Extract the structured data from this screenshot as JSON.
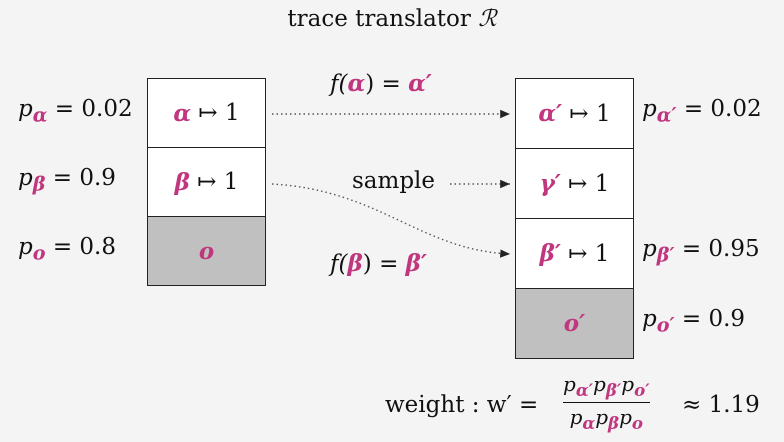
{
  "title": {
    "text": "trace translator",
    "symbol": "ℛ"
  },
  "left_trace": {
    "cells": [
      {
        "symbol": "α",
        "rest": "↦ 1"
      },
      {
        "symbol": "β",
        "rest": "↦ 1"
      },
      {
        "symbol": "o",
        "rest": ""
      }
    ],
    "probs": [
      {
        "p": "p",
        "sub": "α",
        "value": "= 0.02"
      },
      {
        "p": "p",
        "sub": "β",
        "value": "= 0.9"
      },
      {
        "p": "p",
        "sub": "o",
        "value": "= 0.8"
      }
    ]
  },
  "right_trace": {
    "cells": [
      {
        "symbol": "α′",
        "rest": "↦ 1"
      },
      {
        "symbol": "γ′",
        "rest": "↦ 1"
      },
      {
        "symbol": "β′",
        "rest": "↦ 1"
      },
      {
        "symbol": "o′",
        "rest": ""
      }
    ],
    "probs": [
      {
        "p": "p",
        "sub": "α′",
        "value": "= 0.02"
      },
      {
        "p": "p",
        "sub": "β′",
        "value": "= 0.95"
      },
      {
        "p": "p",
        "sub": "o′",
        "value": "= 0.9"
      }
    ]
  },
  "arrows": {
    "f_alpha": {
      "pre": "f(",
      "sym": "α",
      "mid": ") = ",
      "res": "α′"
    },
    "sample": "sample",
    "f_beta": {
      "pre": "f(",
      "sym": "β",
      "mid": ") = ",
      "res": "β′"
    }
  },
  "weight": {
    "label": "weight : w′ =",
    "numerator": [
      {
        "p": "p",
        "sub": "α′"
      },
      {
        "p": "p",
        "sub": "β′"
      },
      {
        "p": "p",
        "sub": "o′"
      }
    ],
    "denominator": [
      {
        "p": "p",
        "sub": "α"
      },
      {
        "p": "p",
        "sub": "β"
      },
      {
        "p": "p",
        "sub": "o"
      }
    ],
    "result": "≈ 1.19"
  }
}
